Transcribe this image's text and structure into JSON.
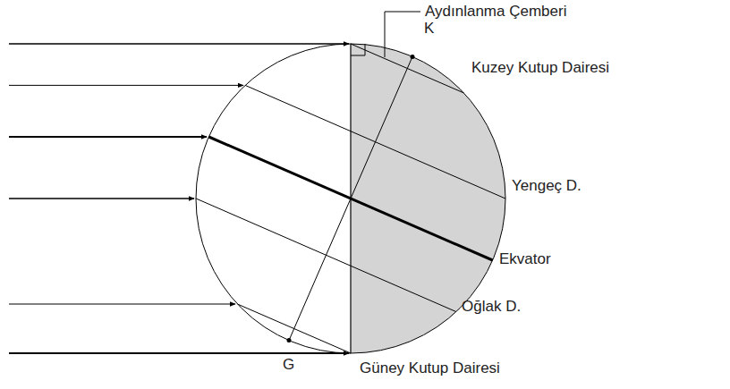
{
  "diagram": {
    "labels": [
      "Aydınlanma Çemberi",
      "K",
      "Kuzey Kutup Dairesi",
      "Yengeç D.",
      "Ekvator",
      "Oğlak D.",
      "G",
      "Güney Kutup Dairesi"
    ]
  }
}
